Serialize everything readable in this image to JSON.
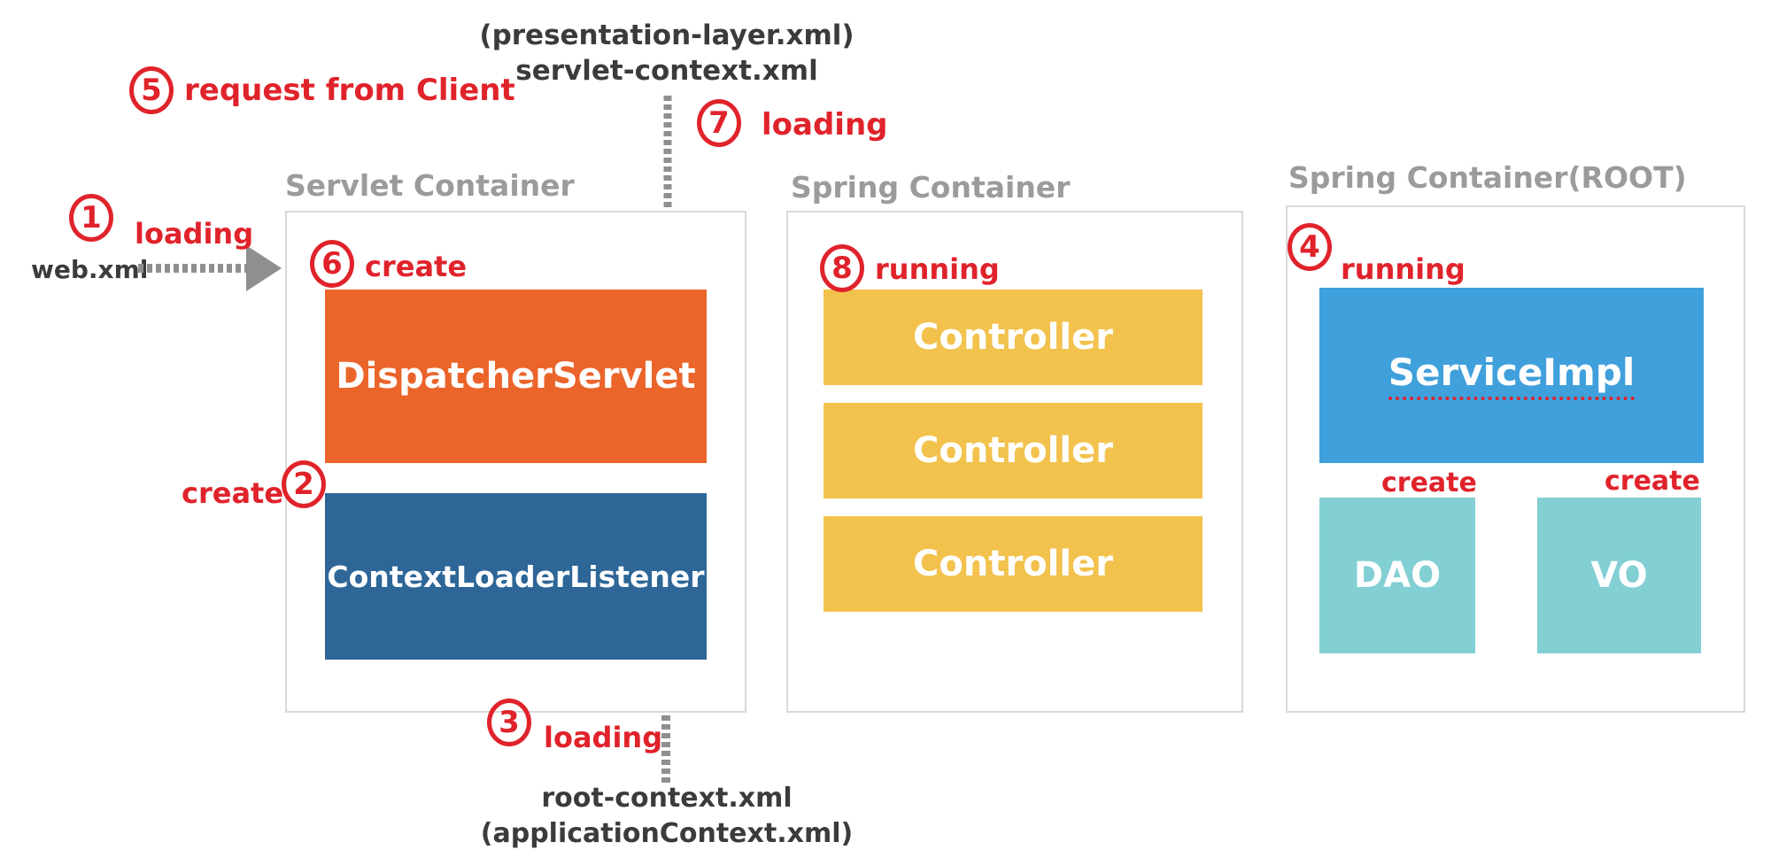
{
  "colors": {
    "red": "#e0232b",
    "gray_arrow": "#8f8f8f",
    "gray_label": "#9b9b9b",
    "border": "#d9d9d9",
    "orange": "#eb652b",
    "dark_blue": "#2d6697",
    "yellow": "#f2c24d",
    "sky_blue": "#3fa0db",
    "teal": "#82cfd4",
    "black_text": "#3b3b3b"
  },
  "top_config": {
    "line1": "(presentation-layer.xml)",
    "line2": "servlet-context.xml"
  },
  "bottom_config": {
    "line1": "root-context.xml",
    "line2": "(applicationContext.xml)"
  },
  "web_xml_label": "web.xml",
  "steps": {
    "s1": {
      "num": "1",
      "label": "loading"
    },
    "s2": {
      "num": "2",
      "label": "create"
    },
    "s3": {
      "num": "3",
      "label": "loading"
    },
    "s4": {
      "num": "4",
      "label": "running"
    },
    "s5": {
      "num": "5",
      "label": "request from Client"
    },
    "s6": {
      "num": "6",
      "label": "create"
    },
    "s7": {
      "num": "7",
      "label": "loading"
    },
    "s8": {
      "num": "8",
      "label": "running"
    }
  },
  "servlet_container": {
    "title": "Servlet Container",
    "dispatcher_servlet": "DispatcherServlet",
    "context_loader_listener": "ContextLoaderListener"
  },
  "spring_container": {
    "title": "Spring Container",
    "controllers": [
      "Controller",
      "Controller",
      "Controller"
    ]
  },
  "root_container": {
    "title": "Spring Container(ROOT)",
    "service_impl": "ServiceImpl",
    "dao": "DAO",
    "vo": "VO",
    "create_dao": "create",
    "create_vo": "create"
  }
}
